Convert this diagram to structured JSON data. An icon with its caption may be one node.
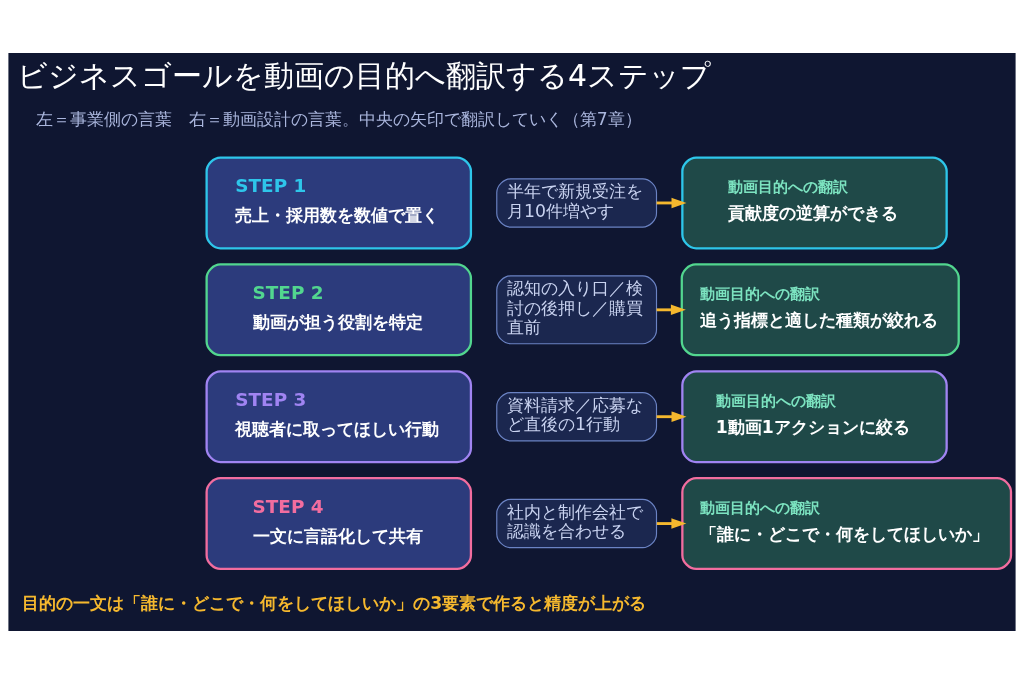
{
  "diagram": {
    "title": "ビジネスゴールを動画の目的へ翻訳する4ステップ",
    "nodes": [
      {
        "text": [
          "STEP 1",
          "売上・採用数を数値で置く"
        ]
      },
      {
        "text": [
          "半年で新規受注を月10件増やす"
        ]
      },
      {
        "text": [
          "動画目的への翻訳",
          "貢献度の逆算ができる"
        ]
      },
      {
        "text": [
          "STEP 2",
          "動画が担う役割を特定"
        ]
      },
      {
        "text": [
          "認知の入り口／検討の後押し／購買直前"
        ]
      },
      {
        "text": [
          "動画目的への翻訳",
          "追う指標と適した種類が絞れる"
        ]
      },
      {
        "text": [
          "STEP 3",
          "視聴者に取ってほしい行動"
        ]
      },
      {
        "text": [
          "資料請求／応募など直後の1行動"
        ]
      },
      {
        "text": [
          "動画目的への翻訳",
          "1動画1アクションに絞る"
        ]
      },
      {
        "text": [
          "STEP 4",
          "一文に言語化して共有"
        ]
      },
      {
        "text": [
          "社内と制作会社で認識を合わせる"
        ]
      },
      {
        "text": [
          "動画目的への翻訳",
          "「誰に・どこで・何をしてほしいか」"
        ]
      }
    ],
    "edges": [
      {
        "from": 1,
        "to": 2,
        "arrow": "to"
      },
      {
        "from": 4,
        "to": 5,
        "arrow": "to"
      },
      {
        "from": 7,
        "to": 8,
        "arrow": "to"
      },
      {
        "from": 10,
        "to": 11,
        "arrow": "to"
      }
    ],
    "labels": [
      "左＝事業側の言葉　右＝動画設計の言葉。中央の矢印で翻訳していく（第7章）",
      "目的の一文は「誰に・どこで・何をしてほしいか」の3要素で作ると精度が上がる"
    ]
  }
}
